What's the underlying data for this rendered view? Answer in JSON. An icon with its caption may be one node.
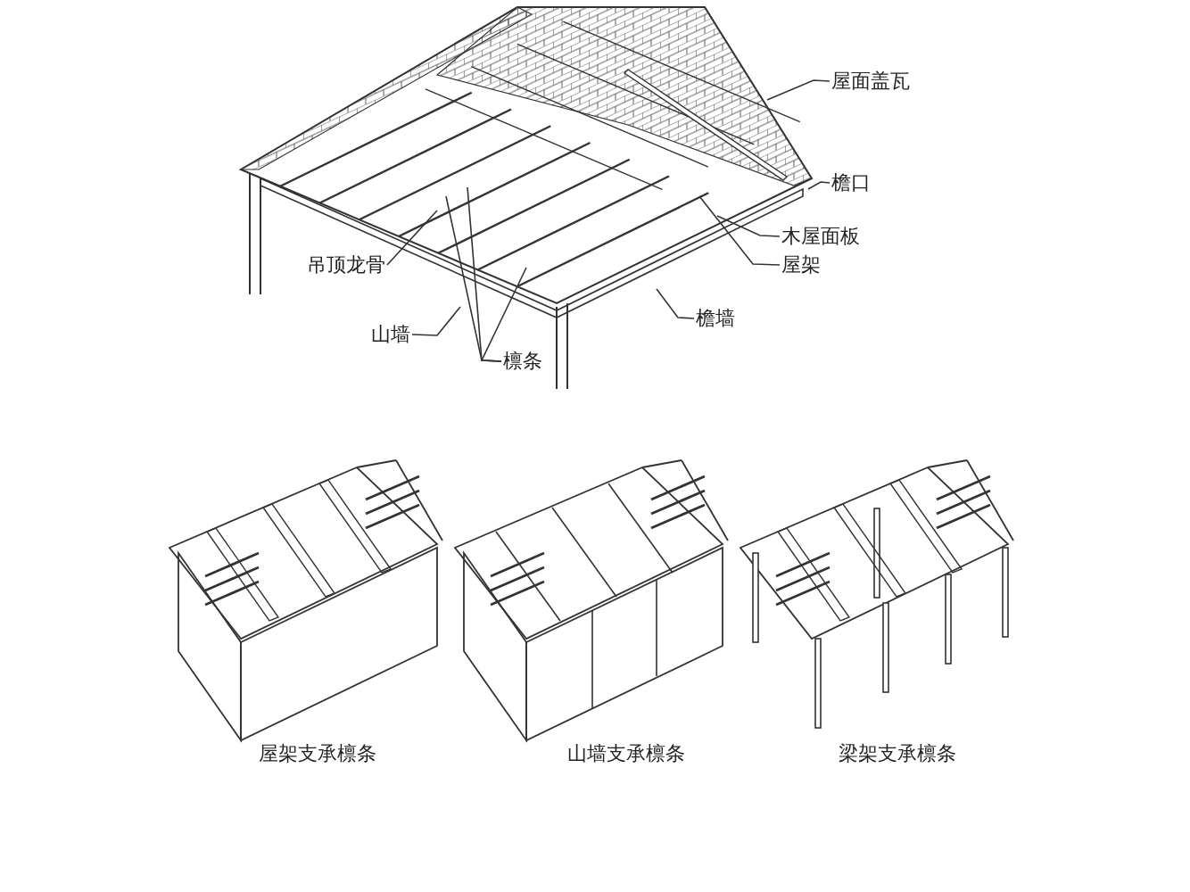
{
  "diagram": {
    "nodes": [
      {
        "text": [
          "屋面盖瓦"
        ]
      },
      {
        "text": [
          "檐口"
        ]
      },
      {
        "text": [
          "木屋面板"
        ]
      },
      {
        "text": [
          "屋架"
        ]
      },
      {
        "text": [
          "吊顶龙骨"
        ]
      },
      {
        "text": [
          "山墙"
        ]
      },
      {
        "text": [
          "檩条"
        ]
      },
      {
        "text": [
          "檐墙"
        ]
      }
    ],
    "edges": [
      {
        "from": 0,
        "to": null,
        "arrow": "none"
      },
      {
        "from": 1,
        "to": null,
        "arrow": "none"
      },
      {
        "from": 2,
        "to": null,
        "arrow": "none"
      },
      {
        "from": 3,
        "to": null,
        "arrow": "none"
      },
      {
        "from": 4,
        "to": null,
        "arrow": "none"
      },
      {
        "from": 5,
        "to": null,
        "arrow": "none"
      },
      {
        "from": 6,
        "to": null,
        "arrow": "none"
      },
      {
        "from": 6,
        "to": null,
        "arrow": "none"
      },
      {
        "from": 6,
        "to": null,
        "arrow": "none"
      },
      {
        "from": 7,
        "to": null,
        "arrow": "none"
      }
    ],
    "labels": [
      "屋架支承檩条",
      "山墙支承檩条",
      "梁架支承檩条"
    ]
  }
}
